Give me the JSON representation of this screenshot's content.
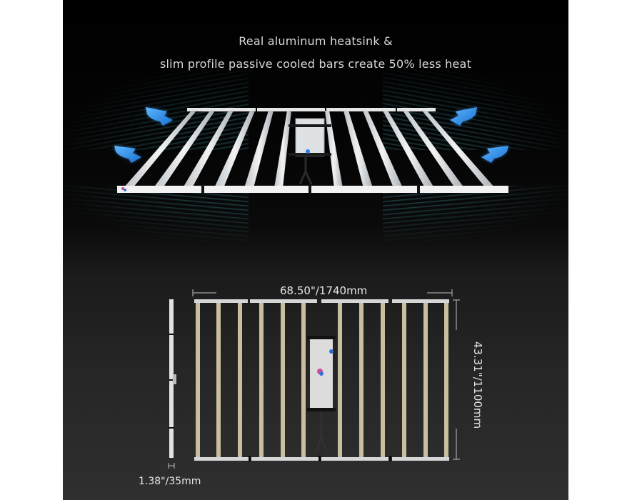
{
  "headline": {
    "line1": "Real aluminum heatsink &",
    "line2": "slim profile passive cooled bars create 50% less heat"
  },
  "dimensions": {
    "width": "68.50\"/1740mm",
    "depth": "43.31\"/1100mm",
    "thickness": "1.38\"/35mm"
  },
  "icons": {
    "airflow_arrows": [
      "airflow-arrow-icon",
      "airflow-arrow-icon",
      "airflow-arrow-icon",
      "airflow-arrow-icon"
    ]
  },
  "colors": {
    "accent": "#2a8fe8",
    "text": "#d9d9d9",
    "bar": "#e8e8e8",
    "led_strip": "#c9bfa0"
  },
  "fixture": {
    "bar_count": 12
  }
}
